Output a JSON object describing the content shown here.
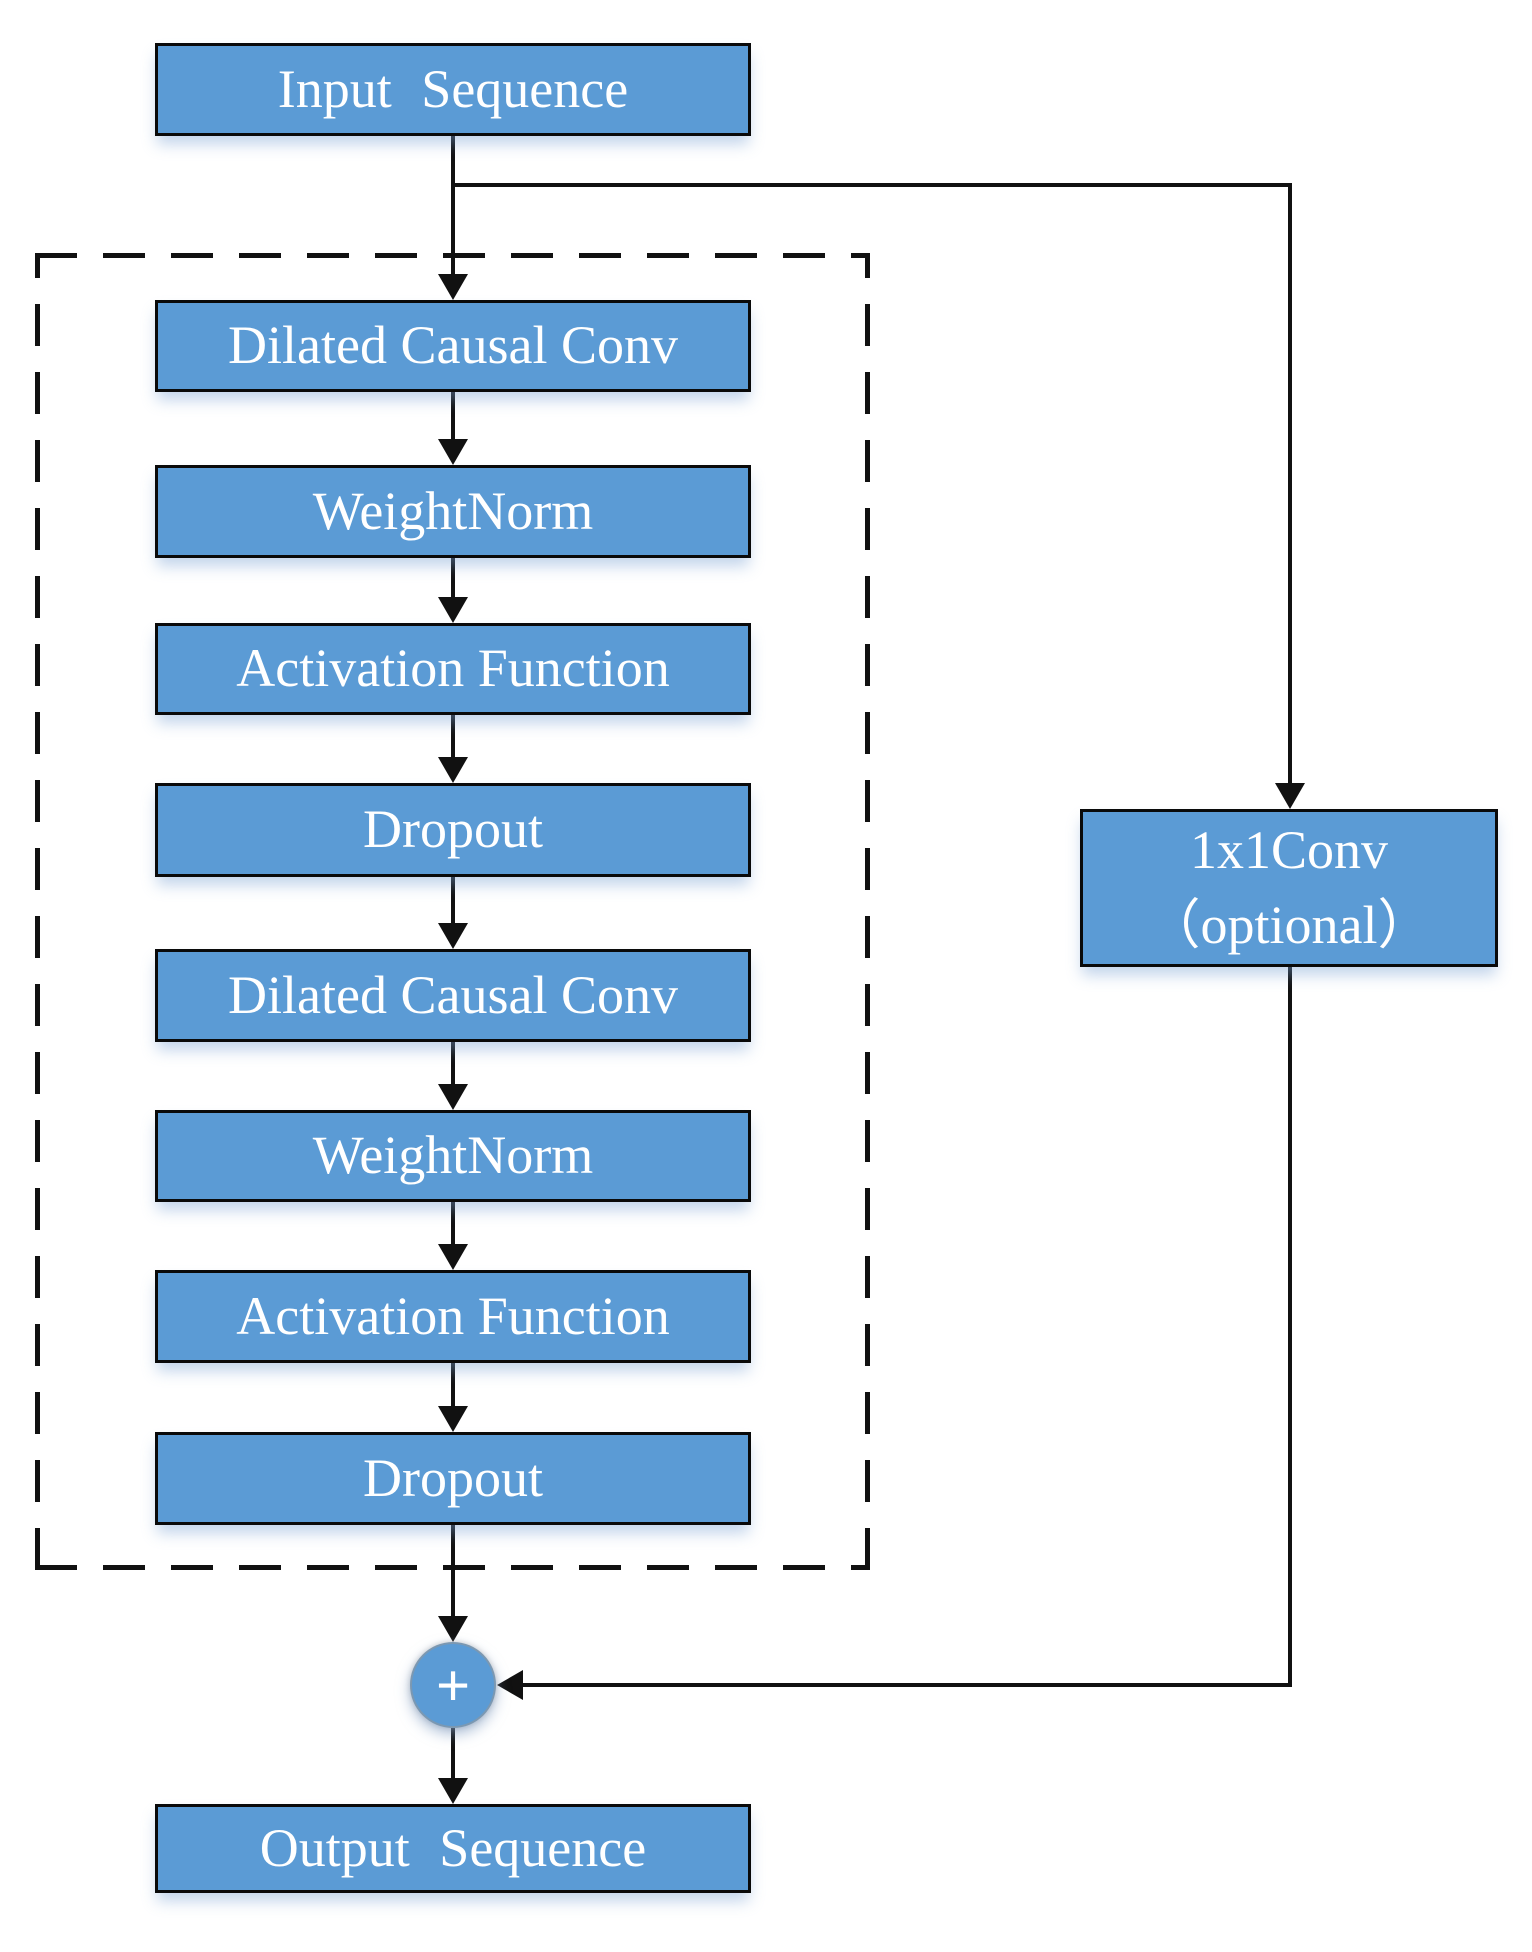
{
  "diagram": {
    "input_label": "Input Sequence",
    "output_label": "Output Sequence",
    "residual_block": [
      "Dilated Causal Conv",
      "WeightNorm",
      "Activation Function",
      "Dropout",
      "Dilated Causal Conv",
      "WeightNorm",
      "Activation Function",
      "Dropout"
    ],
    "skip_connection": {
      "line1": "1x1Conv",
      "line2": "（optional）"
    },
    "sum_symbol": "+",
    "colors": {
      "node_fill": "#5b9bd5",
      "node_border": "#0a0a0a",
      "connector": "#111111",
      "label_text": "#ffffff"
    }
  }
}
